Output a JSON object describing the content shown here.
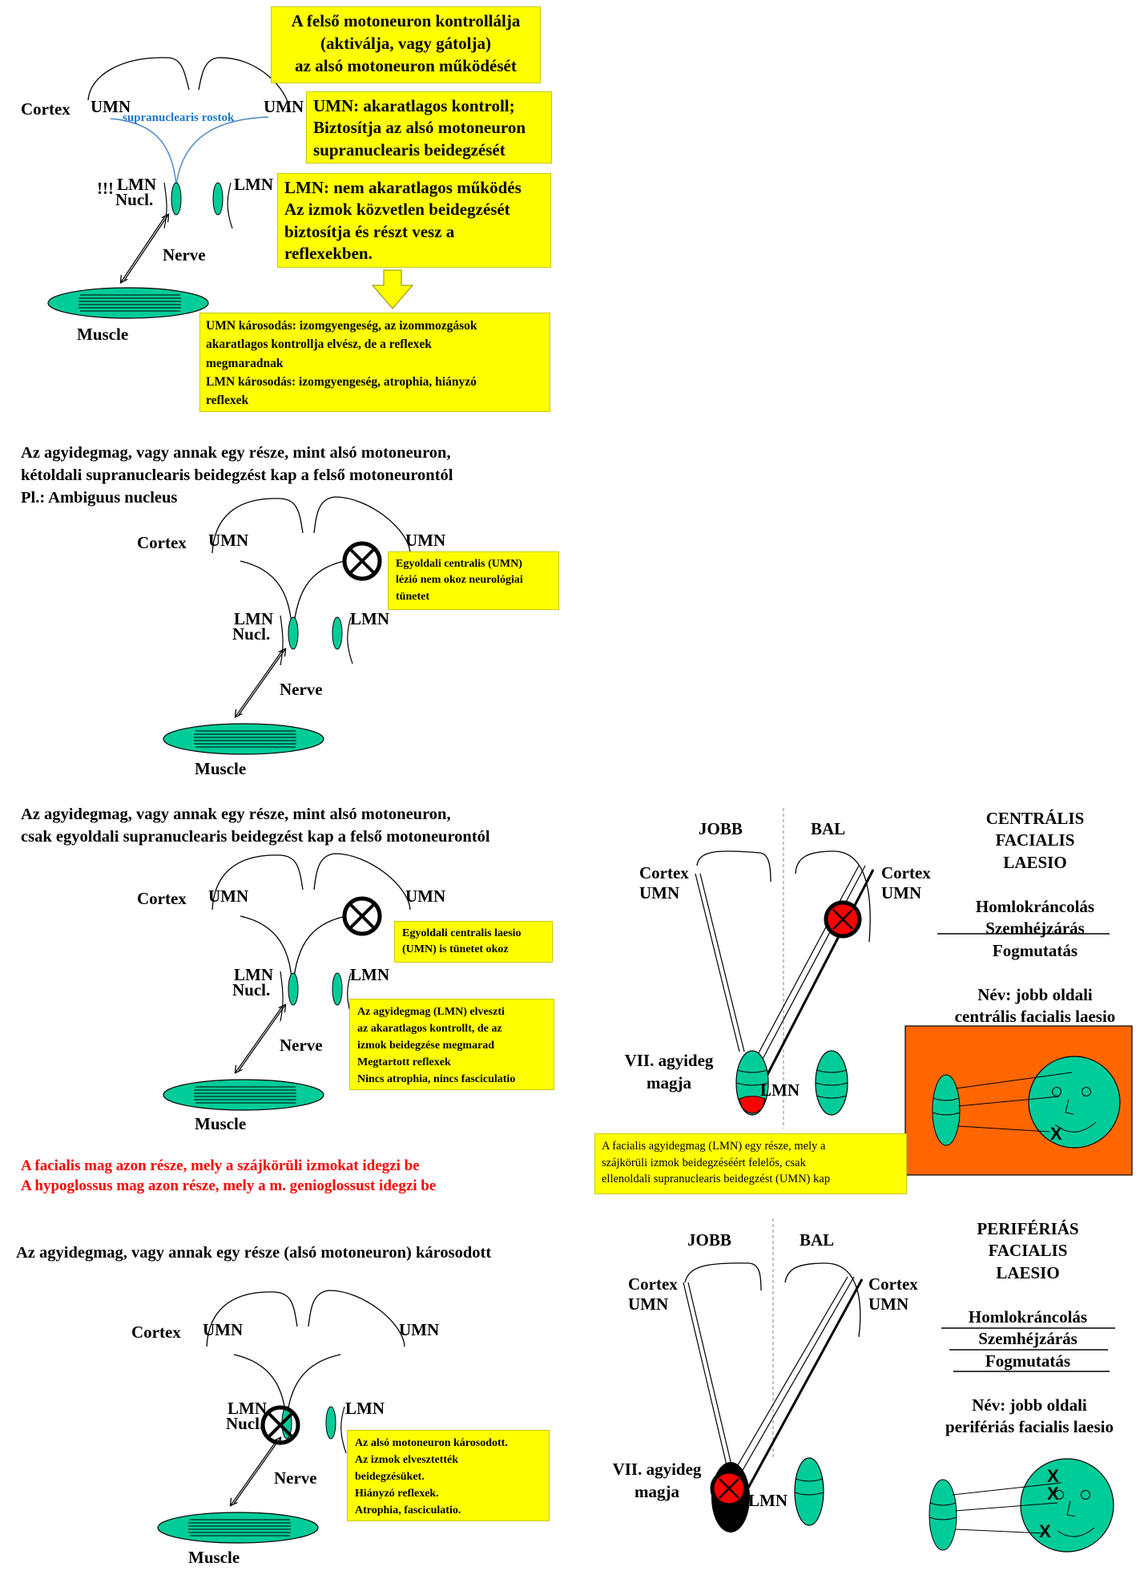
{
  "panel1": {
    "box_top": [
      "A felső motoneuron kontrollálja",
      "(aktiválja, vagy gátolja)",
      "az alsó motoneuron működését"
    ],
    "cortex": "Cortex",
    "umn_left": "UMN",
    "umn_right": "UMN",
    "fibers": "supranuclearis rostok",
    "lmn_left_mark": "!!!",
    "lmn_left": "LMN",
    "nucl": "Nucl.",
    "lmn_right": "LMN",
    "nerve": "Nerve",
    "muscle": "Muscle",
    "box_umn": [
      "UMN: akaratlagos kontroll;",
      "Biztosítja az alsó motoneuron",
      "supranuclearis beidegzését"
    ],
    "box_lmn": [
      "LMN: nem akaratlagos működés",
      "Az izmok közvetlen beidegzését",
      "biztosítja és részt vesz a",
      "reflexekben."
    ],
    "box_damage": [
      "UMN károsodás: izomgyengeség, az izommozgások",
      "akaratlagos kontrollja elvész, de a reflexek",
      "megmaradnak",
      "LMN károsodás: izomgyengeség, atrophia, hiányzó",
      "reflexek"
    ]
  },
  "panel2": {
    "heading": [
      "Az agyidegmag, vagy annak egy része, mint alsó motoneuron,",
      "kétoldali supranuclearis beidegzést kap a felső motoneurontól",
      "Pl.: Ambiguus nucleus"
    ],
    "cortex": "Cortex",
    "umn_left": "UMN",
    "umn_right": "UMN",
    "lmn_left": "LMN",
    "nucl": "Nucl.",
    "lmn_right": "LMN",
    "nerve": "Nerve",
    "muscle": "Muscle",
    "box": [
      "Egyoldali centralis (UMN)",
      "lézió nem okoz neurológiai",
      "tünetet"
    ]
  },
  "panel3": {
    "heading": [
      "Az agyidegmag, vagy annak egy része, mint alsó motoneuron,",
      "csak egyoldali supranuclearis beidegzést kap a felső motoneurontól"
    ],
    "cortex": "Cortex",
    "umn_left": "UMN",
    "umn_right": "UMN",
    "lmn_left": "LMN",
    "nucl": "Nucl.",
    "lmn_right": "LMN",
    "nerve": "Nerve",
    "muscle": "Muscle",
    "box1": [
      "Egyoldali centralis laesio",
      "(UMN) is tünetet okoz"
    ],
    "box2": [
      "Az agyidegmag (LMN) elveszti",
      "az akaratlagos kontrollt, de az",
      "izmok beidegzése megmarad",
      "Megtartott reflexek",
      "Nincs atrophia, nincs fasciculatio"
    ],
    "red_notes": [
      "A facialis mag azon része, mely a szájkörüli izmokat idegzi be",
      "A hypoglossus mag azon része, mely a m. genioglossust idegzi be"
    ]
  },
  "panel4": {
    "heading": "Az agyidegmag, vagy annak egy része (alsó motoneuron) károsodott",
    "cortex": "Cortex",
    "umn_left": "UMN",
    "umn_right": "UMN",
    "lmn_left": "LMN",
    "nucl": "Nucl.",
    "lmn_right": "LMN",
    "nerve": "Nerve",
    "muscle": "Muscle",
    "box": [
      "Az alsó motoneuron károsodott.",
      "Az izmok elvesztették",
      "beidegzésüket.",
      "Hiányzó reflexek.",
      "Atrophia, fasciculatio."
    ]
  },
  "central": {
    "jobb": "JOBB",
    "bal": "BAL",
    "cortex_left": [
      "Cortex",
      "UMN"
    ],
    "cortex_right": [
      "Cortex",
      "UMN"
    ],
    "nucleus": [
      "VII. agyideg",
      "magja"
    ],
    "lmn": "LMN",
    "title": [
      "CENTRÁLIS",
      "FACIALIS",
      "LAESIO"
    ],
    "signs": [
      "Homlokráncolás",
      "Szemhéjzárás",
      "Fogmutatás"
    ],
    "name": [
      "Név: jobb oldali",
      "centrális facialis laesio"
    ],
    "note": [
      "A facialis agyidegmag (LMN) egy része, mely a",
      "szájkörüli izmok beidegzéséért felelős, csak",
      "ellenoldali supranuclearis beidegzést (UMN) kap"
    ],
    "face_mark": "X"
  },
  "peripheral": {
    "jobb": "JOBB",
    "bal": "BAL",
    "cortex_left": [
      "Cortex",
      "UMN"
    ],
    "cortex_right": [
      "Cortex",
      "UMN"
    ],
    "nucleus": [
      "VII. agyideg",
      "magja"
    ],
    "lmn": "LMN",
    "title": [
      "PERIFÉRIÁS",
      "FACIALIS",
      "LAESIO"
    ],
    "signs": [
      "Homlokráncolás",
      "Szemhéjzárás",
      "Fogmutatás"
    ],
    "name": [
      "Név: jobb oldali",
      "perifériás facialis laesio"
    ],
    "face_marks": [
      "X",
      "X",
      "X"
    ]
  },
  "colors": {
    "highlight": "#ffff00",
    "neuron_fill": "#00cc99",
    "alert": "#ff0000",
    "panel_bg": "#ff6600",
    "fibers_text": "#1f78c8"
  }
}
